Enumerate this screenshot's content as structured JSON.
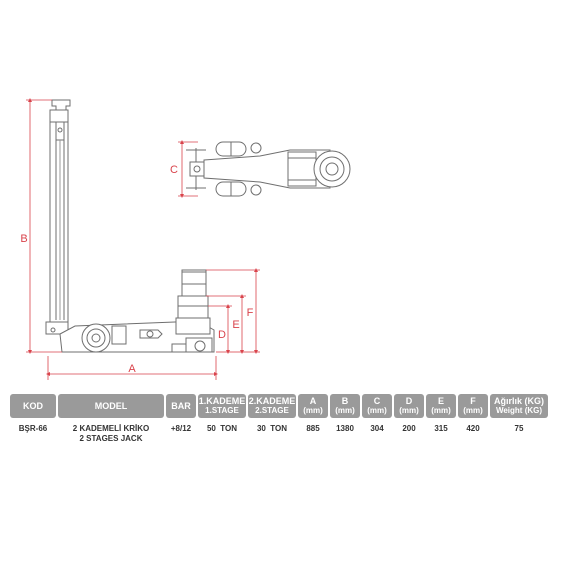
{
  "colors": {
    "dimension": "#d9434b",
    "header_bg": "#9a9a9a",
    "outline": "#6f6f6f"
  },
  "dimension_labels": {
    "a": "A",
    "b": "B",
    "c": "C",
    "d": "D",
    "e": "E",
    "f": "F"
  },
  "table": {
    "headers": [
      {
        "line1": "KOD",
        "line2": ""
      },
      {
        "line1": "MODEL",
        "line2": ""
      },
      {
        "line1": "BAR",
        "line2": ""
      },
      {
        "line1": "1.KADEME",
        "line2": "1.STAGE"
      },
      {
        "line1": "2.KADEME",
        "line2": "2.STAGE"
      },
      {
        "line1": "A",
        "line2": "(mm)"
      },
      {
        "line1": "B",
        "line2": "(mm)"
      },
      {
        "line1": "C",
        "line2": "(mm)"
      },
      {
        "line1": "D",
        "line2": "(mm)"
      },
      {
        "line1": "E",
        "line2": "(mm)"
      },
      {
        "line1": "F",
        "line2": "(mm)"
      },
      {
        "line1": "Ağırlık (KG)",
        "line2": "Weight (KG)"
      }
    ],
    "row": [
      {
        "line1": "BŞR-66",
        "line2": ""
      },
      {
        "line1": "2 KADEMELİ KRİKO",
        "line2": "2 STAGES JACK"
      },
      {
        "line1": "+8/12",
        "line2": ""
      },
      {
        "line1": "50  TON",
        "line2": ""
      },
      {
        "line1": "30  TON",
        "line2": ""
      },
      {
        "line1": "885",
        "line2": ""
      },
      {
        "line1": "1380",
        "line2": ""
      },
      {
        "line1": "304",
        "line2": ""
      },
      {
        "line1": "200",
        "line2": ""
      },
      {
        "line1": "315",
        "line2": ""
      },
      {
        "line1": "420",
        "line2": ""
      },
      {
        "line1": "75",
        "line2": ""
      }
    ]
  }
}
